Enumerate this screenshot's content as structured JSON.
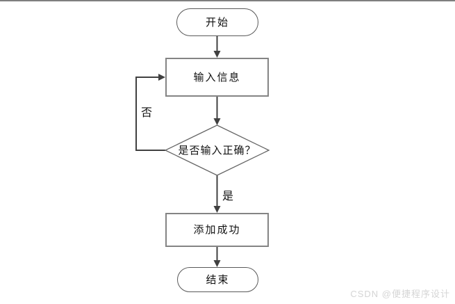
{
  "diagram": {
    "nodes": {
      "start": {
        "type": "terminator",
        "label": "开始"
      },
      "input": {
        "type": "process",
        "label": "输入信息"
      },
      "decision": {
        "type": "decision",
        "label": "是否输入正确？"
      },
      "success": {
        "type": "process",
        "label": "添加成功"
      },
      "end": {
        "type": "terminator",
        "label": "结束"
      }
    },
    "edge_labels": {
      "no": "否",
      "yes": "是"
    }
  },
  "watermark": "CSDN @便捷程序设计",
  "colors": {
    "connector": "#404040",
    "process_border": "#848484",
    "terminator_border": "#595959",
    "diamond_border": "#666666",
    "text": "#111111",
    "watermark_color": "#d5d5d5",
    "top_border": "#7f7f7f"
  }
}
